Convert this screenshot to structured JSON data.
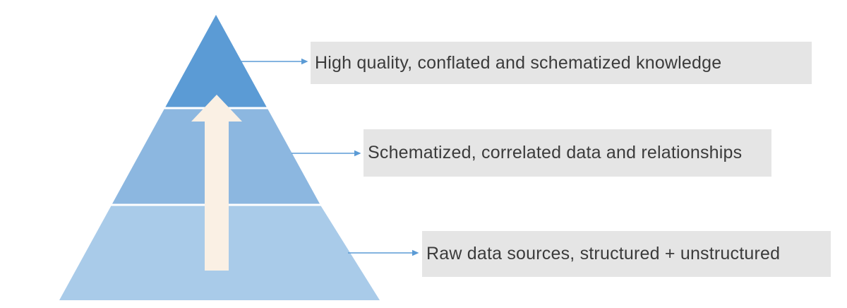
{
  "diagram": {
    "type": "pyramid",
    "background": "#FFFFFF",
    "levels": [
      {
        "position": "top",
        "label": "High quality, conflated and schematized knowledge",
        "fill": "#5B9BD5"
      },
      {
        "position": "middle",
        "label": "Schematized, correlated data and relationships",
        "fill": "#8CB7E0"
      },
      {
        "position": "bottom",
        "label": "Raw data sources, structured + unstructured",
        "fill": "#A9CBE9"
      }
    ],
    "up_arrow": {
      "fill": "#FAF0E4"
    },
    "connector_color": "#5B9BD5",
    "label_box_bg": "#E5E5E5",
    "label_text_color": "#3B3B3B"
  }
}
